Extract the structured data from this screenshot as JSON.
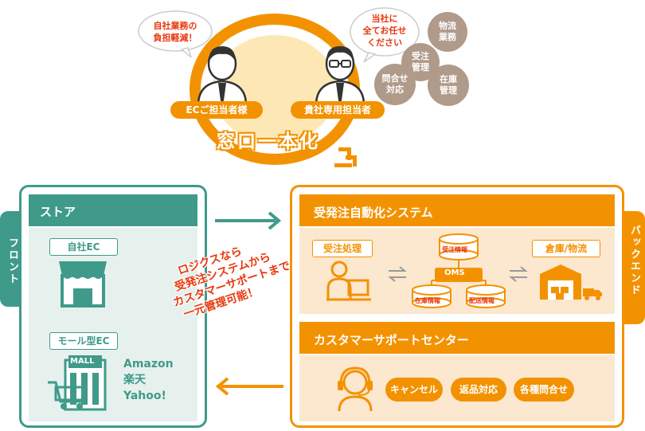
{
  "top": {
    "speech_left": [
      "自社業務の",
      "負担軽減！"
    ],
    "speech_right": [
      "当社に",
      "全てお任せ",
      "ください"
    ],
    "person_left_label": "ECご担当者様",
    "person_right_label": "貴社専用担当者",
    "headline": "窓口一本化",
    "bubbles": [
      {
        "lines": [
          "物流",
          "業務"
        ]
      },
      {
        "lines": [
          "受注",
          "管理"
        ]
      },
      {
        "lines": [
          "問合せ",
          "対応"
        ]
      },
      {
        "lines": [
          "在庫",
          "管理"
        ]
      }
    ]
  },
  "front": {
    "side_label": "フロント",
    "title": "ストア",
    "own_ec_label": "自社EC",
    "mall_ec_label": "モール型EC",
    "mall_sign": "MALL",
    "malls": [
      "Amazon",
      "楽天",
      "Yahoo!"
    ]
  },
  "callout": [
    "ロジクスなら",
    "受発注システムから",
    "カスタマーサポートまで",
    "一元管理可能！"
  ],
  "back": {
    "side_label": "バックエンド",
    "system_title": "受発注自動化システム",
    "order_label": "受注処理",
    "warehouse_label": "倉庫/物流",
    "oms_label": "OMS",
    "db_order": "受注情報",
    "db_stock": "在庫情報",
    "db_ship": "配送情報",
    "support_title": "カスタマーサポートセンター",
    "support_items": [
      "キャンセル",
      "返品対応",
      "各種問合せ"
    ]
  },
  "colors": {
    "orange": "#f39200",
    "orange_light": "#fce7cf",
    "teal": "#3f9a8a",
    "teal_light": "#e6f1ee",
    "brown": "#b09a8a",
    "red": "#e8380d"
  }
}
